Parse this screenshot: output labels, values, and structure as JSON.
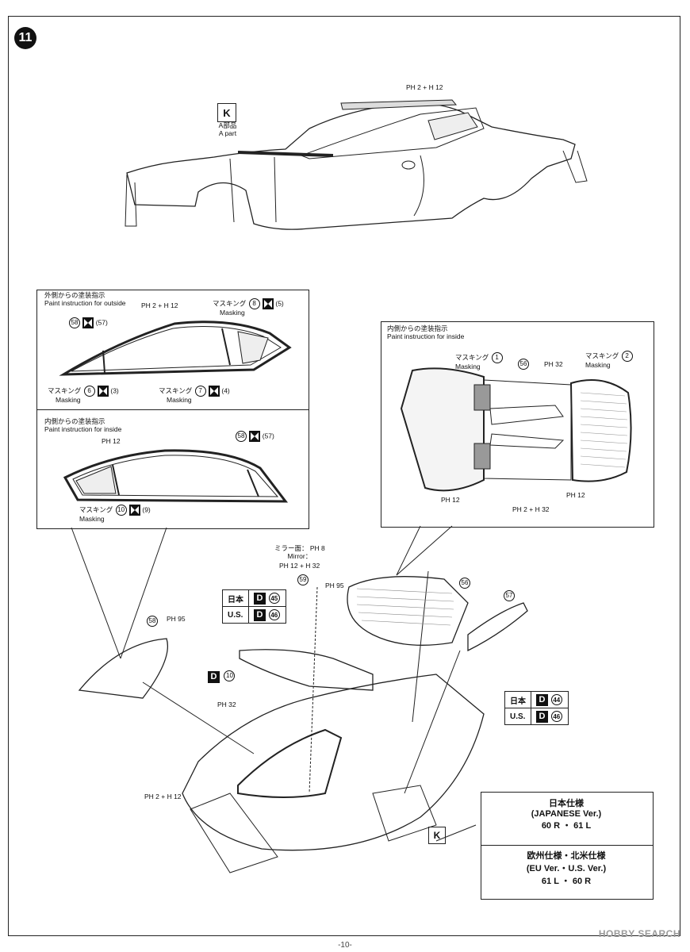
{
  "step": {
    "number": "11"
  },
  "top_view": {
    "paint_code": "PH 2 + H 12",
    "a_part_ja": "A部品",
    "a_part_en": "A part"
  },
  "outside_box": {
    "title_ja": "外側からの塗装指示",
    "title_en": "Paint instruction for outside",
    "paint_code": "PH 2 + H 12",
    "part_58": "58",
    "mask_57": "(57)",
    "mask_8_ja": "マスキング",
    "mask_8_en": "Masking",
    "mask_8_num": "8",
    "mask_8_ref": "(5)",
    "mask_6_ja": "マスキング",
    "mask_6_en": "Masking",
    "mask_6_num": "6",
    "mask_6_ref": "(3)",
    "mask_7_ja": "マスキング",
    "mask_7_en": "Masking",
    "mask_7_num": "7",
    "mask_7_ref": "(4)"
  },
  "inside_box": {
    "title_ja": "内側からの塗装指示",
    "title_en": "Paint instruction for inside",
    "paint_code": "PH 12",
    "part_58": "58",
    "mask_57": "(57)",
    "mask_10_ja": "マスキング",
    "mask_10_en": "Masking",
    "mask_10_num": "10",
    "mask_10_ref": "(9)"
  },
  "right_box": {
    "title_ja": "内側からの塗装指示",
    "title_en": "Paint instruction for inside",
    "mask_1_ja": "マスキング",
    "mask_1_en": "Masking",
    "mask_1_num": "1",
    "part_56": "56",
    "paint_32": "PH 32",
    "mask_2_ja": "マスキング",
    "mask_2_en": "Masking",
    "mask_2_num": "2",
    "paint_12_left": "PH 12",
    "paint_12_right": "PH 12",
    "paint_2_32": "PH 2 + H 32"
  },
  "assembly": {
    "mirror_ja": "ミラー面：",
    "mirror_code": "PH 8",
    "mirror_en": "Mirror：",
    "paint_12_32": "PH 12 + H 32",
    "part_59": "59",
    "paint_95_a": "PH 95",
    "part_56": "56",
    "part_57": "57",
    "part_58": "58",
    "paint_95_b": "PH 95",
    "d10": "D",
    "d10_num": "10",
    "paint_32": "PH 32",
    "paint_2_12": "PH 2 + H 12",
    "variant_top": [
      {
        "region": "日本",
        "part": "D",
        "num": "45"
      },
      {
        "region": "U.S.",
        "part": "D",
        "num": "46"
      }
    ],
    "variant_mid": [
      {
        "region": "日本",
        "part": "D",
        "num": "44"
      },
      {
        "region": "U.S.",
        "part": "D",
        "num": "46"
      }
    ]
  },
  "spec_box": {
    "jp_title": "日本仕様",
    "jp_sub": "(JAPANESE Ver.)",
    "jp_parts": "60 R ・ 61 L",
    "eu_title": "欧州仕様・北米仕様",
    "eu_sub": "(EU Ver.・U.S. Ver.)",
    "eu_parts": "61 L ・ 60 R"
  },
  "footer": {
    "page": "-10-"
  },
  "watermark": {
    "text": "HOBBY SEARCH"
  }
}
